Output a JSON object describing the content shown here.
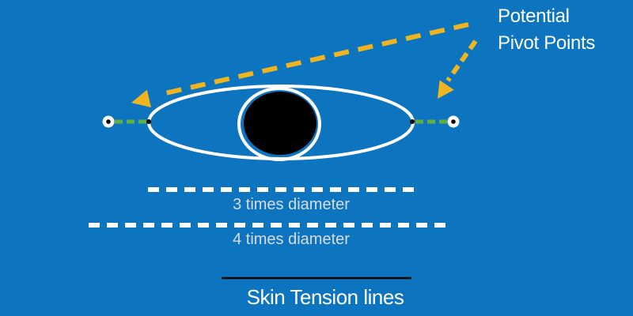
{
  "colors": {
    "bg": "#0d75bf",
    "white": "#ffffff",
    "black": "#000000",
    "yellow": "#f0b41e",
    "green": "#61ae41",
    "measureText": "#d7dcdf"
  },
  "annotation": {
    "pivot_label_lines": [
      "Potential",
      "Pivot Points"
    ]
  },
  "measurements": {
    "three_diameter_label": "3 times diameter",
    "four_diameter_label": "4 times diameter"
  },
  "caption": {
    "skin_tension_label": "Skin Tension lines"
  }
}
